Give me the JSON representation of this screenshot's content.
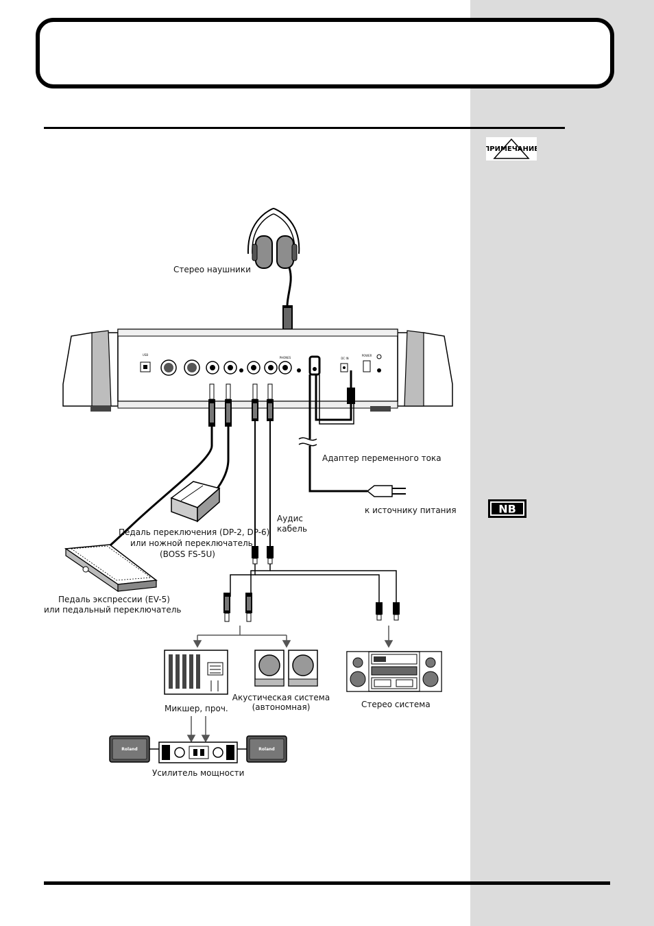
{
  "sidebar": {
    "note_badge_label": "ПРИМЕЧАНИЕ",
    "nb_badge_label": "NB"
  },
  "diagram": {
    "headphones_label": "Стерео наушники",
    "ac_adapter_label": "Адаптер переменного тока",
    "power_source_label": "к источнику питания",
    "audio_cable_label_line1": "Аудис",
    "audio_cable_label_line2": "кабель",
    "footswitch_label_line1": "Педаль переключения (DP-2, DP-6)",
    "footswitch_label_line2": "или ножной переключатель",
    "footswitch_label_line3": "(BOSS FS-5U)",
    "expression_label_line1": "Педаль экспрессии (EV-5)",
    "expression_label_line2": "или педальный переключатель",
    "mixer_label": "Микшер, проч.",
    "monitor_label_line1": "Акустическая система",
    "monitor_label_line2": "(автономная)",
    "stereo_label": "Стерео система",
    "amp_label": "Усилитель мощности",
    "speaker_left_brand": "Roland",
    "speaker_right_brand": "Roland",
    "jack_usb": "USB",
    "jack_dc_in": "DC IN",
    "jack_phones": "PHONES",
    "jack_power": "POWER"
  }
}
